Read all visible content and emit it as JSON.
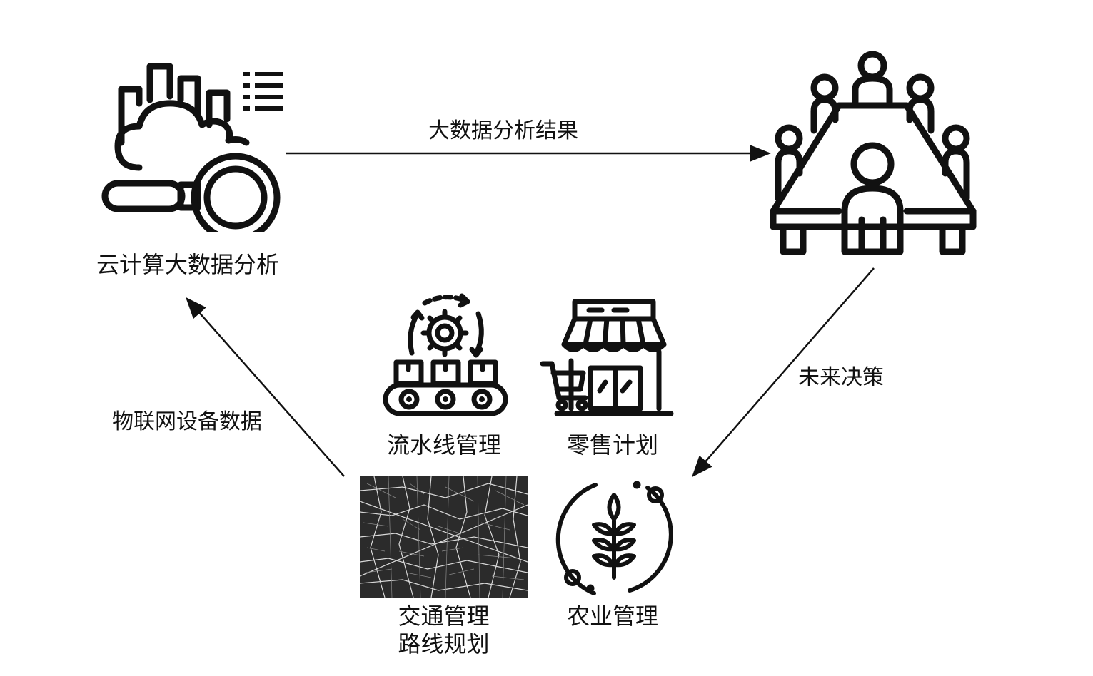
{
  "nodes": {
    "cloud": {
      "label": "云计算大数据分析",
      "icon": "cloud-analytics-icon"
    },
    "meeting": {
      "label": "",
      "icon": "meeting-table-icon"
    },
    "assembly": {
      "label": "流水线管理",
      "icon": "conveyor-gear-icon"
    },
    "retail": {
      "label": "零售计划",
      "icon": "storefront-cart-icon"
    },
    "traffic": {
      "label_line1": "交通管理",
      "label_line2": "路线规划",
      "icon": "street-map-image"
    },
    "agriculture": {
      "label": "农业管理",
      "icon": "wheat-cycle-icon"
    }
  },
  "edges": {
    "analysis_result": "大数据分析结果",
    "future_decision": "未来决策",
    "iot_data": "物联网设备数据"
  },
  "colors": {
    "ink": "#111111",
    "background": "#ffffff",
    "map_bg": "#2b2b2b",
    "map_road": "#d9d9d9"
  }
}
